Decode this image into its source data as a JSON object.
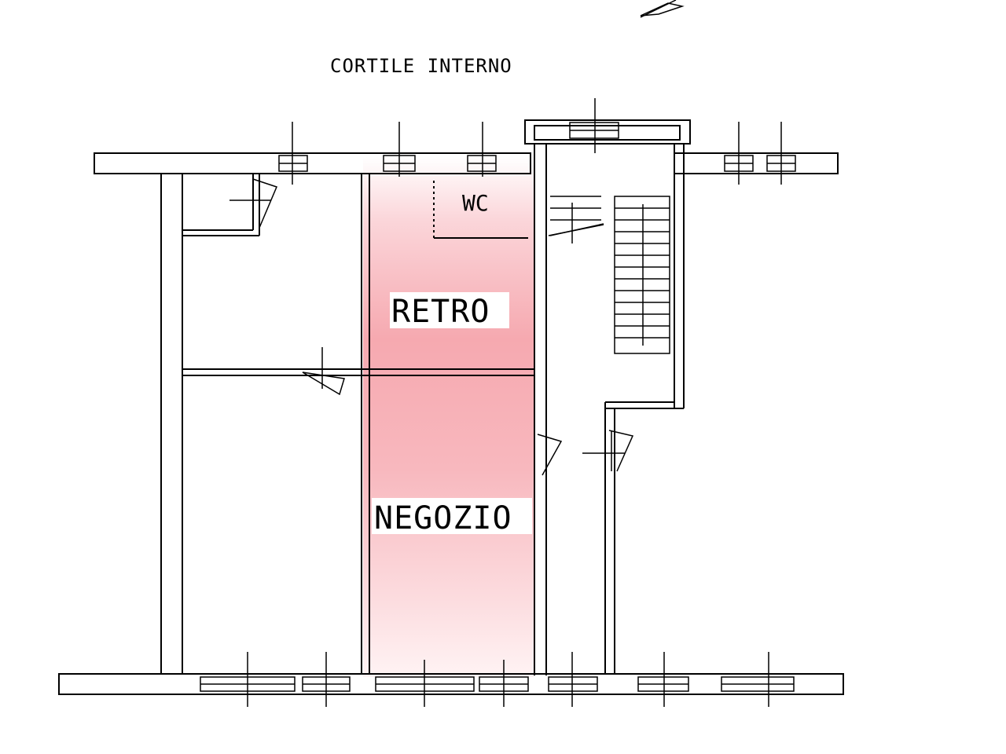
{
  "floorplan": {
    "courtyard_label": "CORTILE INTERNO",
    "rooms": {
      "wc": "WC",
      "retro": "RETRO",
      "negozio": "NEGOZIO"
    },
    "colors": {
      "highlight": "#f6a9b0",
      "line": "#000000",
      "background": "#ffffff"
    },
    "symbols": {
      "north_arrow": "north-arrow-icon"
    }
  }
}
